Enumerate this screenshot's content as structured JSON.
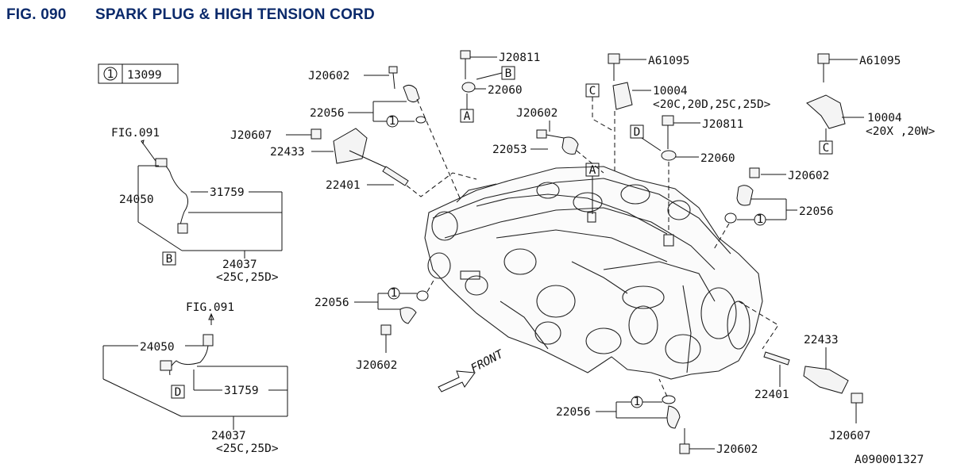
{
  "header": {
    "fig_number": "FIG. 090",
    "title": "SPARK PLUG & HIGH TENSION CORD"
  },
  "legend_box": {
    "circle_ref": "1",
    "part": "13099"
  },
  "labels": {
    "j20602_top": "J20602",
    "p22056_top": "22056",
    "j20607_left": "J20607",
    "p22433_left": "22433",
    "p22401_left": "22401",
    "fig091_upper": "FIG.091",
    "p24050_upper": "24050",
    "p31759_upper": "31759",
    "p24037_upper": "24037",
    "p24037_upper_note": "<25C,25D>",
    "p22056_mid_left": "22056",
    "j20602_mid_left": "J20602",
    "fig091_lower": "FIG.091",
    "p24050_lower": "24050",
    "p31759_lower": "31759",
    "p24037_lower": "24037",
    "p24037_lower_note": "<25C,25D>",
    "j20811_top": "J20811",
    "p22060_top": "22060",
    "j20602_center": "J20602",
    "p22053": "22053",
    "a61095_mid": "A61095",
    "p10004_mid": "10004",
    "p10004_mid_note": "<20C,20D,25C,25D>",
    "j20811_mid": "J20811",
    "p22060_mid": "22060",
    "a61095_right": "A61095",
    "p10004_right": "10004",
    "p10004_right_note": "<20X ,20W>",
    "j20602_right": "J20602",
    "p22056_right": "22056",
    "p22433_right": "22433",
    "p22401_right": "22401",
    "j20607_right": "J20607",
    "p22056_bottom": "22056",
    "j20602_bottom": "J20602",
    "front": "FRONT",
    "drawing_id": "A090001327"
  },
  "callouts": {
    "circle_1": "1",
    "box_a": "A",
    "box_b": "B",
    "box_c": "C",
    "box_d": "D"
  }
}
